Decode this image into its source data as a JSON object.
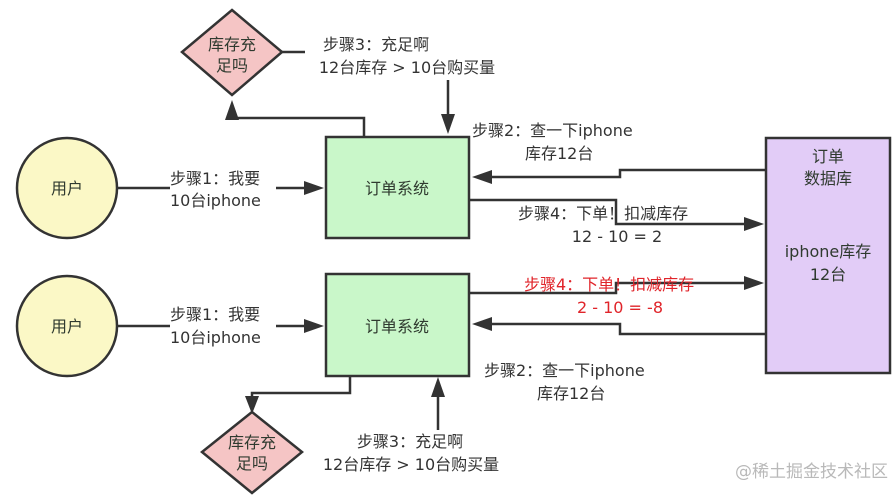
{
  "diagram": {
    "colors": {
      "user_fill": "#fbf8c6",
      "system_fill": "#c9f7c9",
      "db_fill": "#e2ccf7",
      "decision_fill": "#f5c5c5",
      "stroke": "#333333",
      "text": "#333333",
      "highlight": "#e0242a"
    },
    "top": {
      "user": "用户",
      "system": "订单系统",
      "decision": [
        "库存充",
        "足吗"
      ],
      "step1": [
        "步骤1：我要",
        "10台iphone"
      ],
      "step2": [
        "步骤2：查一下iphone",
        "库存12台"
      ],
      "step3": [
        "步骤3：充足啊",
        "12台库存 > 10台购买量"
      ],
      "step4": [
        "步骤4：下单！扣减库存",
        "12 - 10 = 2"
      ]
    },
    "bottom": {
      "user": "用户",
      "system": "订单系统",
      "decision": [
        "库存充",
        "足吗"
      ],
      "step1": [
        "步骤1：我要",
        "10台iphone"
      ],
      "step2": [
        "步骤2：查一下iphone",
        "库存12台"
      ],
      "step3": [
        "步骤3：充足啊",
        "12台库存 > 10台购买量"
      ],
      "step4": [
        "步骤4：下单！扣减库存",
        "2 - 10 = -8"
      ]
    },
    "database": {
      "title": [
        "订单",
        "数据库"
      ],
      "stock": [
        "iphone库存",
        "12台"
      ]
    },
    "watermark": "@稀土掘金技术社区"
  }
}
